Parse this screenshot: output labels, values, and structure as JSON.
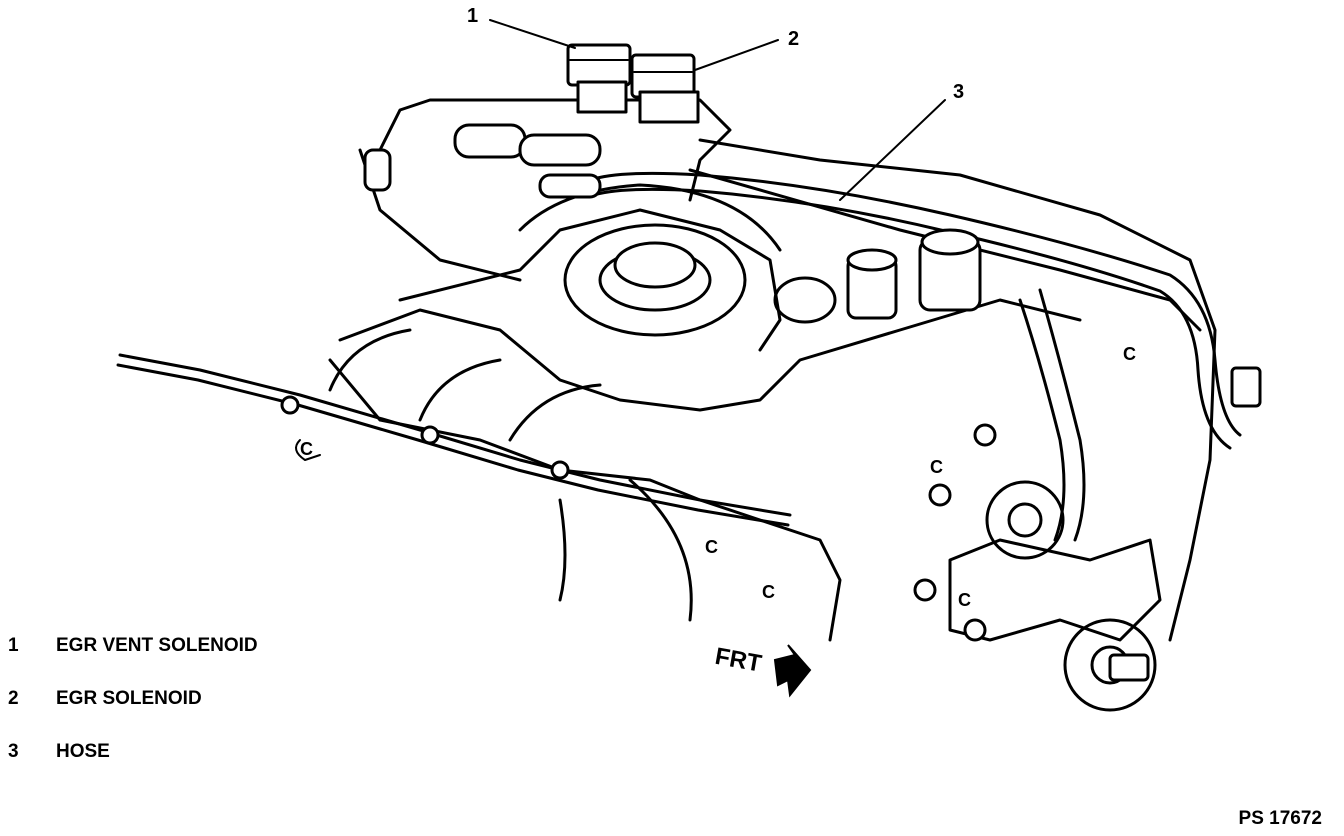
{
  "callouts": [
    "1",
    "2",
    "3"
  ],
  "diagram_letters": {
    "c": "C"
  },
  "direction_label": "FRT",
  "legend": [
    {
      "number": "1",
      "label": "EGR VENT SOLENOID"
    },
    {
      "number": "2",
      "label": "EGR SOLENOID"
    },
    {
      "number": "3",
      "label": "HOSE"
    }
  ],
  "figure_id": "PS 17672"
}
